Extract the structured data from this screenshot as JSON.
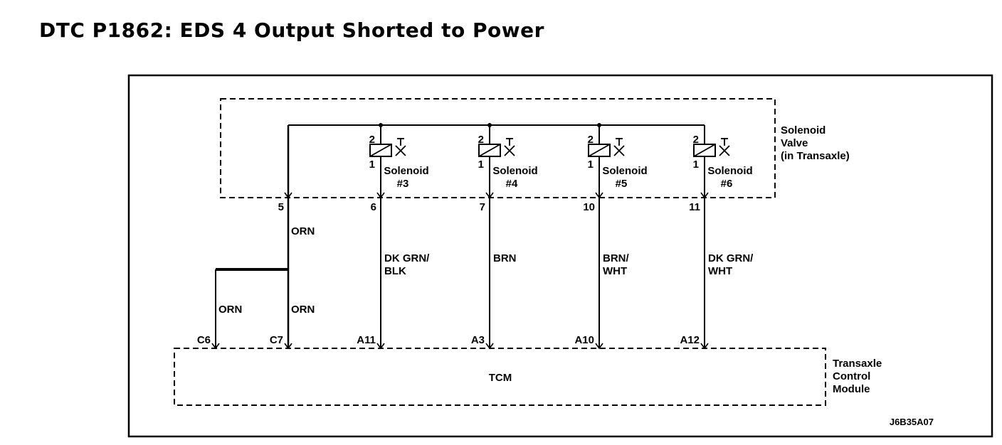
{
  "title": "DTC P1862: EDS 4 Output Shorted to Power",
  "figure_code": "J6B35A07",
  "colors": {
    "line": "#000000",
    "background": "#ffffff"
  },
  "icons": {
    "solenoid_coil": "rect-with-diagonal-slash",
    "solenoid_valve": "x-valve-with-arrow",
    "connector_pin": "chevron-mark"
  },
  "solenoid_valve_box": {
    "label_line1": "Solenoid",
    "label_line2": "Valve",
    "label_line3": "(in Transaxle)"
  },
  "tcm": {
    "label": "TCM",
    "side_label_line1": "Transaxle",
    "side_label_line2": "Control",
    "side_label_line3": "Module"
  },
  "power_feed": {
    "box_pin": "5",
    "wire_color": "ORN",
    "branch": {
      "left_wire_color": "ORN",
      "right_wire_color": "ORN",
      "left_tcm_pin": "C6",
      "right_tcm_pin": "C7"
    }
  },
  "solenoids": [
    {
      "name": "Solenoid",
      "number": "#3",
      "coil_pin_top": "2",
      "coil_pin_bottom": "1",
      "box_pin": "6",
      "wire_color_line1": "DK GRN/",
      "wire_color_line2": "BLK",
      "tcm_pin": "A11"
    },
    {
      "name": "Solenoid",
      "number": "#4",
      "coil_pin_top": "2",
      "coil_pin_bottom": "1",
      "box_pin": "7",
      "wire_color_line1": "BRN",
      "wire_color_line2": "",
      "tcm_pin": "A3"
    },
    {
      "name": "Solenoid",
      "number": "#5",
      "coil_pin_top": "2",
      "coil_pin_bottom": "1",
      "box_pin": "10",
      "wire_color_line1": "BRN/",
      "wire_color_line2": "WHT",
      "tcm_pin": "A10"
    },
    {
      "name": "Solenoid",
      "number": "#6",
      "coil_pin_top": "2",
      "coil_pin_bottom": "1",
      "box_pin": "11",
      "wire_color_line1": "DK GRN/",
      "wire_color_line2": "WHT",
      "tcm_pin": "A12"
    }
  ]
}
